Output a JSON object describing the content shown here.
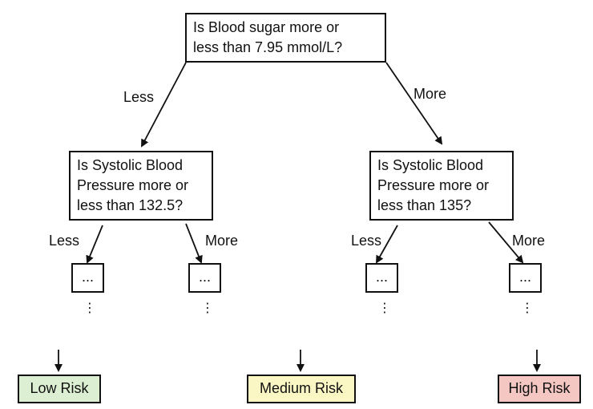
{
  "root": {
    "line1": "Is Blood sugar more or",
    "line2": "less than 7.95 mmol/L?"
  },
  "left_node": {
    "line1": "Is Systolic Blood",
    "line2": "Pressure more or",
    "line3": "less than 132.5?"
  },
  "right_node": {
    "line1": "Is Systolic Blood",
    "line2": "Pressure more or",
    "line3": "less than 135?"
  },
  "edge_labels": {
    "less": "Less",
    "more": "More"
  },
  "placeholder": "...",
  "vertical_ellipsis": "⋮",
  "outcomes": {
    "low": "Low Risk",
    "medium": "Medium Risk",
    "high": "High Risk"
  },
  "colors": {
    "low_fill": "#dcefd2",
    "medium_fill": "#fbf7c4",
    "high_fill": "#f4c7c2",
    "line": "#111111"
  }
}
